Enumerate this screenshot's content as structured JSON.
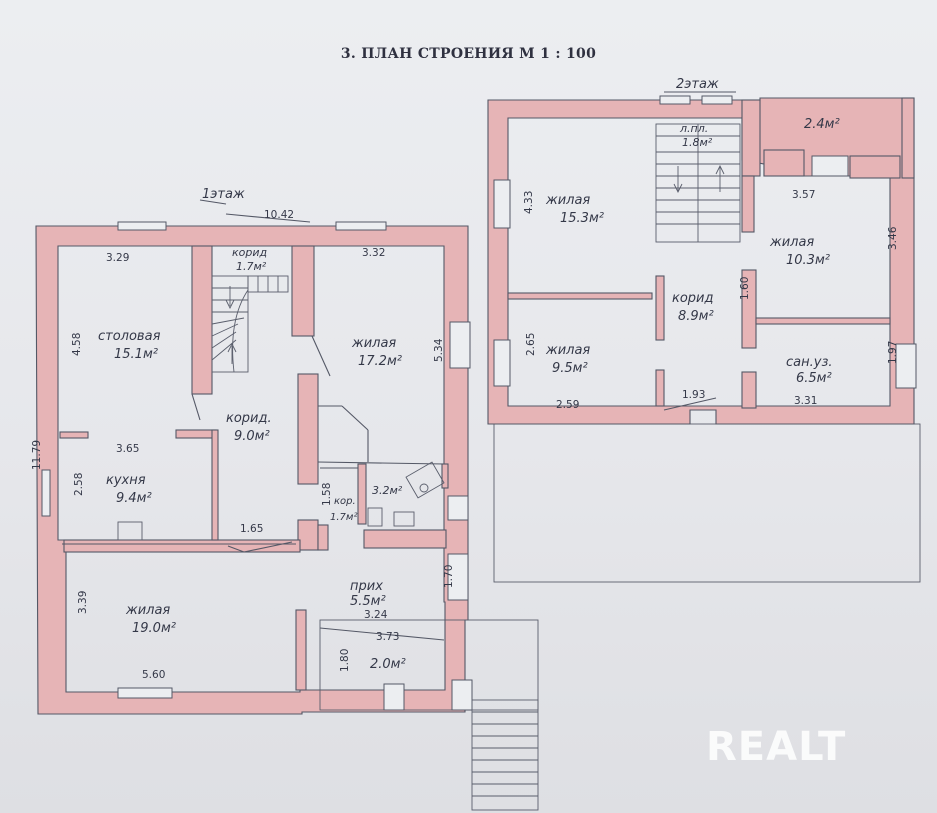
{
  "title": "3. ПЛАН СТРОЕНИЯ М 1 : 100",
  "floor1": {
    "label": "1этаж",
    "dims": {
      "width": "10.42",
      "height": "11.79",
      "a": "3.29",
      "b": "3.32",
      "c": "4.58",
      "d": "3.65",
      "e": "2.58",
      "f": "5.34",
      "g": "1.65",
      "h": "1.58",
      "i": "3.39",
      "j": "5.60",
      "k": "1.70",
      "l": "3.24",
      "m": "3.73",
      "n": "1.80"
    },
    "rooms": {
      "stolovaya": {
        "name": "столовая",
        "area": "15.1м²"
      },
      "korid_top": {
        "name": "корид",
        "area": "1.7м²"
      },
      "zhilaya1": {
        "name": "жилая",
        "area": "17.2м²"
      },
      "korid_mid": {
        "name": "корид.",
        "area": "9.0м²"
      },
      "kuhnya": {
        "name": "кухня",
        "area": "9.4м²"
      },
      "bath": {
        "area": "3.2м²"
      },
      "kor_small": {
        "name": "кор.",
        "area": "1.7м²"
      },
      "zhilaya2": {
        "name": "жилая",
        "area": "19.0м²"
      },
      "prih": {
        "name": "прих",
        "area": "5.5м²"
      },
      "porch": {
        "area": "2.0м²"
      }
    }
  },
  "floor2": {
    "label": "2этаж",
    "dims": {
      "a": "4.33",
      "b": "3.57",
      "c": "3.46",
      "d": "1.60",
      "e": "2.65",
      "f": "1.97",
      "g": "2.59",
      "h": "1.93",
      "i": "3.31"
    },
    "rooms": {
      "lpl": {
        "name": "л.пл.",
        "area": "1.8м²"
      },
      "balcony": {
        "area": "2.4м²"
      },
      "zhilaya1": {
        "name": "жилая",
        "area": "15.3м²"
      },
      "zhilaya2": {
        "name": "жилая",
        "area": "10.3м²"
      },
      "korid": {
        "name": "корид",
        "area": "8.9м²"
      },
      "zhilaya3": {
        "name": "жилая",
        "area": "9.5м²"
      },
      "sanuz": {
        "name": "сан.уз.",
        "area": "6.5м²"
      }
    }
  },
  "watermark": "REALT"
}
